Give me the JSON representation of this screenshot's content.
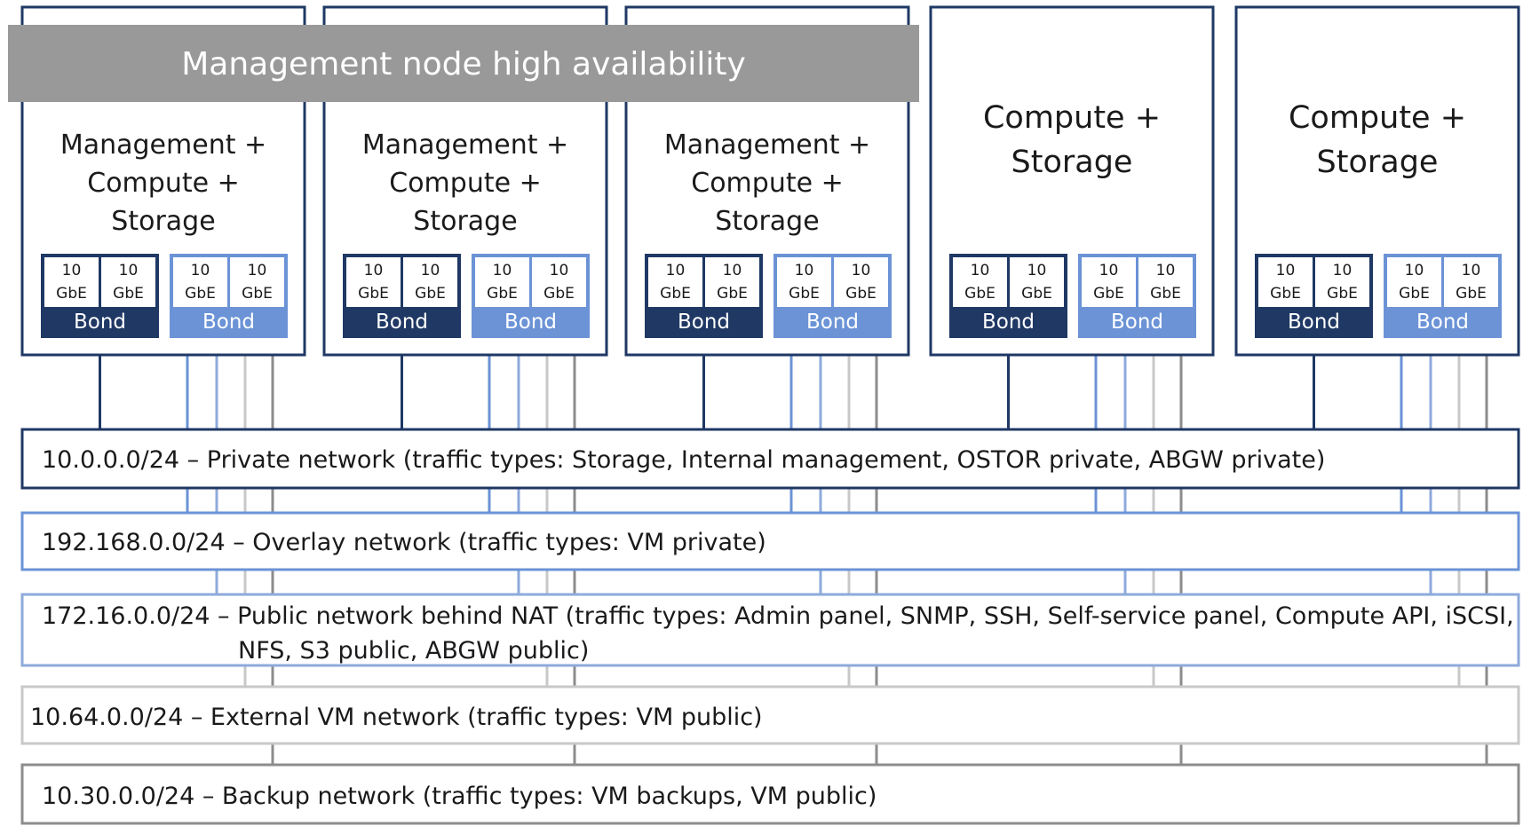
{
  "banner": {
    "label": "Management node high availability"
  },
  "nodes": [
    {
      "title_lines": [
        "Management +",
        "Compute +",
        "Storage"
      ]
    },
    {
      "title_lines": [
        "Management +",
        "Compute +",
        "Storage"
      ]
    },
    {
      "title_lines": [
        "Management +",
        "Compute +",
        "Storage"
      ]
    },
    {
      "title_lines": [
        "Compute +",
        "Storage"
      ]
    },
    {
      "title_lines": [
        "Compute +",
        "Storage"
      ]
    }
  ],
  "nic": {
    "speed": "10",
    "unit": "GbE",
    "bond_label": "Bond"
  },
  "networks": [
    {
      "id": "private",
      "lines": [
        "10.0.0.0/24 – Private network (traffic types: Storage, Internal management, OSTOR private, ABGW private)"
      ]
    },
    {
      "id": "overlay",
      "lines": [
        "192.168.0.0/24 – Overlay network (traffic types: VM private)"
      ]
    },
    {
      "id": "public",
      "lines": [
        "172.16.0.0/24 – Public network behind NAT (traffic types: Admin panel, SNMP, SSH, Self-service panel, Compute API, iSCSI,",
        "NFS, S3 public, ABGW public)"
      ]
    },
    {
      "id": "external",
      "lines": [
        "10.64.0.0/24 – External VM network (traffic types: VM public)"
      ]
    },
    {
      "id": "backup",
      "lines": [
        "10.30.0.0/24 – Backup network (traffic types: VM backups, VM public)"
      ]
    }
  ],
  "colors": {
    "dark_navy": "#1f3864",
    "bond_blue": "#6b93d6",
    "overlay_blue": "#8eaadb",
    "light_gray": "#c8c8c8",
    "mid_gray": "#8c8c8c",
    "banner_gray": "#999999",
    "banner_text": "#ffffff",
    "text": "#1a1a1a"
  }
}
